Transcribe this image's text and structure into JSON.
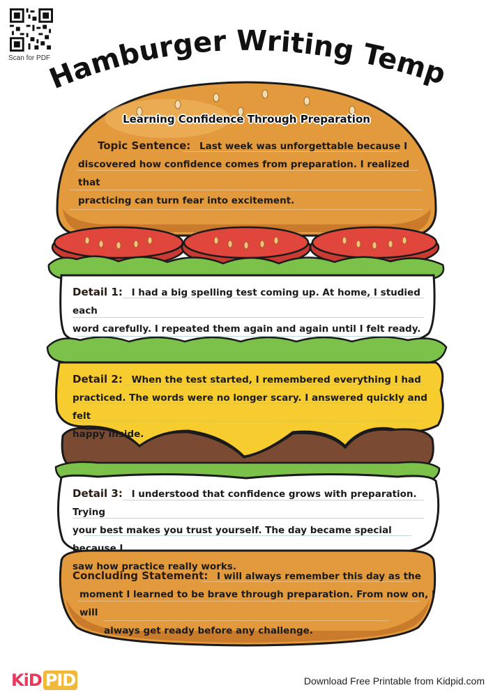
{
  "header": {
    "qr_label": "Scan for PDF",
    "title": "Hamburger Writing Template"
  },
  "worksheet": {
    "heading": "Learning Confidence Through Preparation",
    "sections": [
      {
        "id": "topic",
        "label": "Topic Sentence:",
        "lines": [
          "Last week was unforgettable because I",
          "discovered how confidence comes from preparation. I realized that",
          "practicing can turn fear into excitement."
        ]
      },
      {
        "id": "detail1",
        "label": "Detail 1:",
        "lines": [
          "I had a big spelling test coming up. At home, I studied each",
          "word carefully. I repeated them again and again until I felt ready."
        ]
      },
      {
        "id": "detail2",
        "label": "Detail 2:",
        "lines": [
          "When the test started, I remembered everything I had",
          "practiced. The words were no longer scary. I answered quickly and felt",
          "happy inside."
        ]
      },
      {
        "id": "detail3",
        "label": "Detail 3:",
        "lines": [
          "I understood that confidence grows with preparation. Trying",
          "your best makes you trust yourself. The day became special because I",
          "saw how practice really works."
        ]
      },
      {
        "id": "conclusion",
        "label": "Concluding Statement:",
        "lines": [
          "I will always remember this day as the",
          "moment I learned to be brave through preparation. From now on, I will",
          "always get ready before any challenge."
        ]
      }
    ]
  },
  "footer": {
    "logo_kid": "KiD",
    "logo_pid": "PID",
    "download_text": "Download Free Printable from Kidpid.com"
  },
  "colors": {
    "bun": "#e39a3c",
    "bun_dark": "#c97a2a",
    "tomato": "#e0463c",
    "lettuce": "#7cc24a",
    "cheese": "#f7cc2e",
    "patty": "#7a4a32",
    "brand_pink": "#e83a5f",
    "brand_yellow": "#f1b93c"
  }
}
